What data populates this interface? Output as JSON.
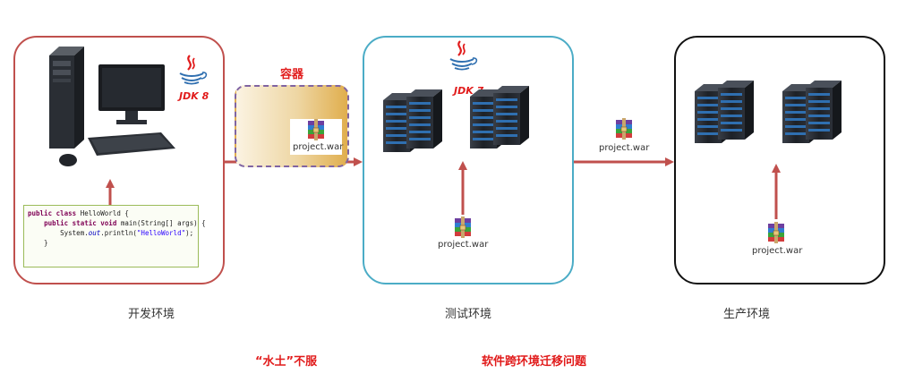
{
  "environments": {
    "dev": {
      "caption": "开发环境",
      "jdk": "JDK 8"
    },
    "test": {
      "caption": "测试环境",
      "jdk": "JDK 7"
    },
    "prod": {
      "caption": "生产环境"
    }
  },
  "container": {
    "title": "容器"
  },
  "war_file": "project.war",
  "code": [
    "public class HelloWorld {",
    "    public static void main(String[] args) {",
    "        System.out.println(\"HelloWorld\");",
    "    }"
  ],
  "notes": {
    "left": "“水土”不服",
    "right": "软件跨环境迁移问题"
  },
  "colors": {
    "dev_border": "#c0504d",
    "test_border": "#4bacc6",
    "prod_border": "#111111",
    "arrow": "#c0504d",
    "container_border": "#8064a2",
    "accent_text": "#e11b1b"
  },
  "icons": [
    "desktop-computer-icon",
    "java-logo-icon",
    "server-rack-icon",
    "archive-file-icon"
  ]
}
